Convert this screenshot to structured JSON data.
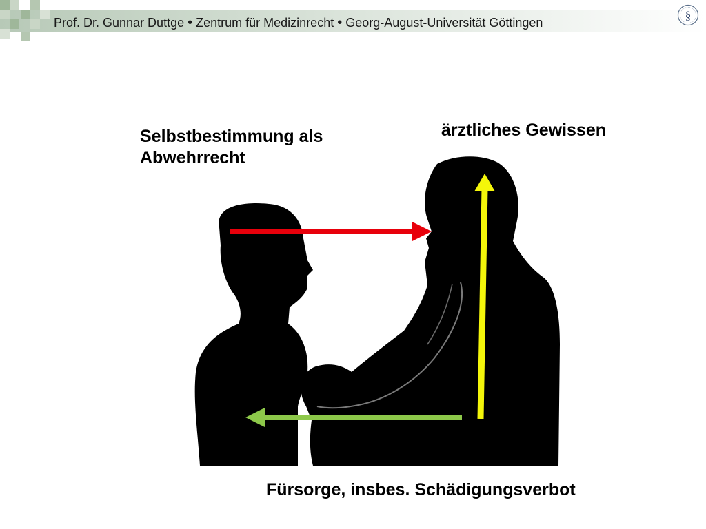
{
  "header": {
    "author": "Prof. Dr. Gunnar Duttge",
    "separator": "•",
    "center": "Zentrum für Medizinrecht",
    "university": "Georg-August-Universität Göttingen",
    "seal_glyph": "§",
    "seal_icon": "university-seal-icon"
  },
  "labels": {
    "self_determination": "Selbstbestimmung als Abwehrrecht",
    "conscience": "ärztliches Gewissen",
    "care": "Fürsorge, insbes. Schädigungsverbot"
  },
  "arrows": [
    {
      "name": "self-determination-arrow",
      "color": "#e8000b"
    },
    {
      "name": "conscience-arrow",
      "color": "#f4f60a"
    },
    {
      "name": "care-arrow",
      "color": "#8dc84a"
    }
  ],
  "colors": {
    "header_green": "#b7c9b7",
    "square_green": "#9fb79a",
    "silhouette": "#000000"
  },
  "image": {
    "description_icon": "doctor-patient-silhouette-icon"
  }
}
